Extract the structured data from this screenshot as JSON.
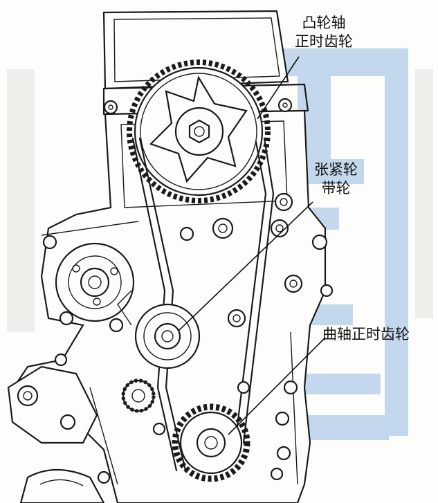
{
  "labels": {
    "camshaft_sprocket": [
      "凸轮轴",
      "正时齿轮"
    ],
    "tensioner_pulley": [
      "张紧轮",
      "带轮"
    ],
    "crankshaft_sprocket": "曲轴正时齿轮"
  },
  "colors": {
    "watermark": "#b9d2ea",
    "line": "#1a1a1a",
    "background": "#fdfdfb"
  }
}
